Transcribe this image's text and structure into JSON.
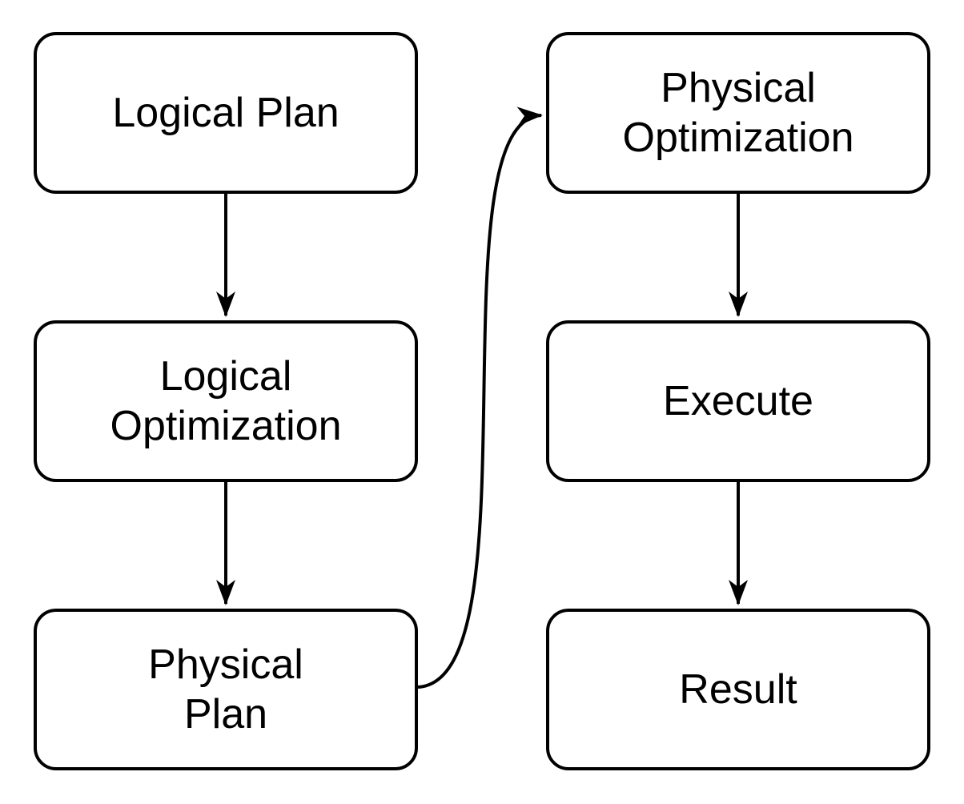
{
  "diagram": {
    "type": "flowchart",
    "background_color": "#ffffff",
    "node_fill_color": "#ffffff",
    "stroke_color": "#000000",
    "text_color": "#000000",
    "nodes": {
      "logical_plan": {
        "label": "Logical Plan"
      },
      "logical_optimization": {
        "label": "Logical\nOptimization"
      },
      "physical_plan": {
        "label": "Physical\nPlan"
      },
      "physical_optimization": {
        "label": "Physical\nOptimization"
      },
      "execute": {
        "label": "Execute"
      },
      "result": {
        "label": "Result"
      }
    },
    "edges": [
      {
        "from": "Logical Plan",
        "to": "Logical Optimization",
        "style": "straight-down-arrow"
      },
      {
        "from": "Logical Optimization",
        "to": "Physical Plan",
        "style": "straight-down-arrow"
      },
      {
        "from": "Physical Plan",
        "to": "Physical Optimization",
        "style": "s-curve-arrow"
      },
      {
        "from": "Physical Optimization",
        "to": "Execute",
        "style": "straight-down-arrow"
      },
      {
        "from": "Execute",
        "to": "Result",
        "style": "straight-down-arrow"
      }
    ]
  }
}
